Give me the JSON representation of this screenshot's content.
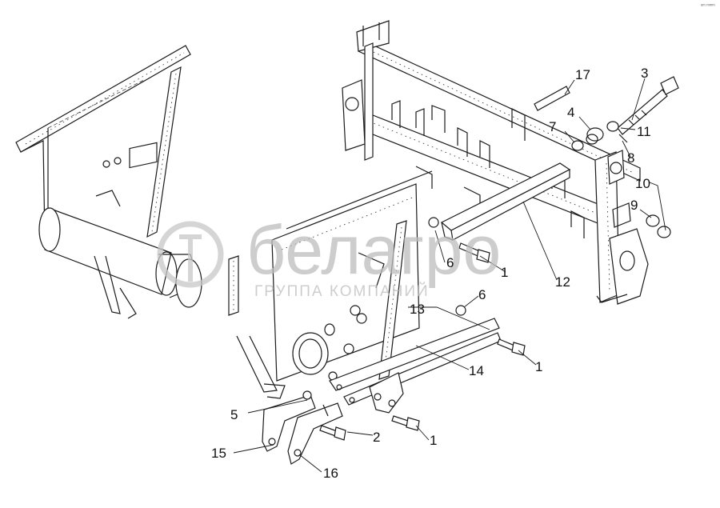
{
  "corner_mark": "ᵘᵐ ᵐᵐᵐ",
  "watermark": {
    "brand": "белагро",
    "subtitle": "ГРУППА КОМПАНИЙ"
  },
  "callouts": [
    {
      "id": "3",
      "label": "3"
    },
    {
      "id": "17",
      "label": "17"
    },
    {
      "id": "4",
      "label": "4"
    },
    {
      "id": "7",
      "label": "7"
    },
    {
      "id": "11",
      "label": "11"
    },
    {
      "id": "8",
      "label": "8"
    },
    {
      "id": "10",
      "label": "10"
    },
    {
      "id": "9",
      "label": "9"
    },
    {
      "id": "6a",
      "label": "6"
    },
    {
      "id": "1a",
      "label": "1"
    },
    {
      "id": "12",
      "label": "12"
    },
    {
      "id": "6b",
      "label": "6"
    },
    {
      "id": "13",
      "label": "13"
    },
    {
      "id": "14",
      "label": "14"
    },
    {
      "id": "1b",
      "label": "1"
    },
    {
      "id": "5",
      "label": "5"
    },
    {
      "id": "2",
      "label": "2"
    },
    {
      "id": "1c",
      "label": "1"
    },
    {
      "id": "15",
      "label": "15"
    },
    {
      "id": "16",
      "label": "16"
    }
  ]
}
